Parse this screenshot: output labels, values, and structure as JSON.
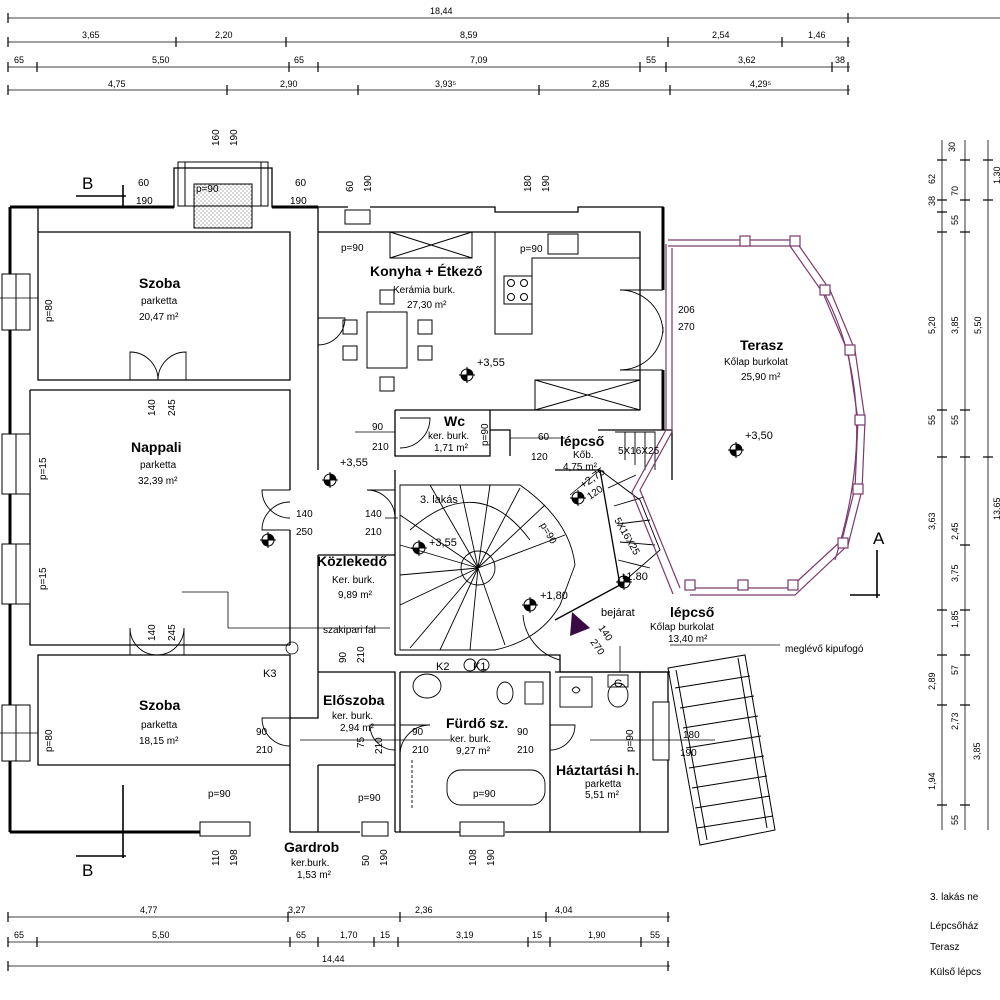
{
  "dims_top": {
    "row1": [
      "18,44"
    ],
    "row2": [
      "3,65",
      "2,20",
      "8,59",
      "2,54",
      "1,46"
    ],
    "row3": [
      "65",
      "5,50",
      "65",
      "7,09",
      "55",
      "3,62",
      "38"
    ],
    "row4": [
      "4,75",
      "2,90",
      "3,93⁵",
      "2,85",
      "4,29⁵"
    ]
  },
  "dims_bottom": {
    "row1": [
      "4,77",
      "3,27",
      "2,36",
      "4,04"
    ],
    "row2": [
      "65",
      "5,50",
      "65",
      "1,70",
      "15",
      "3,19",
      "15",
      "1,90",
      "55"
    ],
    "row3": [
      "14,44"
    ]
  },
  "dims_right": {
    "col1": [
      "30",
      "38",
      "62",
      "70",
      "55",
      "5,20",
      "55",
      "3,63",
      "57",
      "2,89",
      "1,94",
      "55"
    ],
    "col2": [
      "1,30",
      "3,85",
      "55",
      "2,45",
      "3,75",
      "1,85",
      "2,73",
      "3,85"
    ],
    "col3": [
      "5,50",
      "13,65"
    ]
  },
  "rooms": [
    {
      "name": "Szoba",
      "floor": "parketta",
      "area": "20,47 m²"
    },
    {
      "name": "Nappali",
      "floor": "parketta",
      "area": "32,39 m²"
    },
    {
      "name": "Szoba",
      "floor": "parketta",
      "area": "18,15 m²"
    },
    {
      "name": "Konyha + Étkező",
      "floor": "Kerámia burk.",
      "area": "27,30 m²"
    },
    {
      "name": "Terasz",
      "floor": "Kőlap burkolat",
      "area": "25,90 m²"
    },
    {
      "name": "Wc",
      "floor": "ker. burk.",
      "area": "1,71 m²"
    },
    {
      "name": "lépcső",
      "floor": "Kőb.",
      "area": "4,75 m²"
    },
    {
      "name": "Közlekedő",
      "floor": "Ker. burk.",
      "area": "9,89 m²"
    },
    {
      "name": "lépcső",
      "floor": "Kőlap burkolat",
      "area": "13,40 m²"
    },
    {
      "name": "Előszoba",
      "floor": "ker. burk.",
      "area": "2,94 m²"
    },
    {
      "name": "Fürdő sz.",
      "floor": "ker. burk.",
      "area": "9,27 m²"
    },
    {
      "name": "Háztartási h.",
      "floor": "parketta",
      "area": "5,51 m²"
    },
    {
      "name": "Gardrob",
      "floor": "ker.burk.",
      "area": "1,53 m²"
    }
  ],
  "labels": {
    "section_b": "B",
    "section_a": "A",
    "apartment": "3. lakás",
    "entrance": "bejárat",
    "partition": "szakipari fal",
    "chimney": "meglévő kipufogó",
    "k1": "K1",
    "k2": "K2",
    "k3": "K3",
    "g": "G",
    "stair_spec1": "5X16X25",
    "stair_spec2": "5X16X25",
    "level_355_a": "+3,55",
    "level_355_b": "+3,55",
    "level_355_c": "+3,55",
    "level_350": "+3,50",
    "level_275": "+2,75",
    "level_180_a": "+1,80",
    "level_180_b": "+1.80"
  },
  "openings": {
    "p90_top": "p=90",
    "p80_left_top": "p=80",
    "p15_a": "p=15",
    "p15_b": "p=15",
    "p80_left_bot": "p=80",
    "p90_konyha": "p=90",
    "p90_szoba": "p=90",
    "p90_gardrob": "p=90",
    "p90_furdo": "p=90",
    "p90_haztart": "p=90",
    "p90_wc": "p=90",
    "p90_kitchen_r": "p=90",
    "p90_stair": "p=90",
    "d_60_190_l": [
      "60",
      "190"
    ],
    "d_60_190_r": [
      "60",
      "190"
    ],
    "d_160_190": [
      "160",
      "190"
    ],
    "d_60_190_k": [
      "60",
      "190"
    ],
    "d_180_190_k": [
      "180",
      "190"
    ],
    "d_206_270": [
      "206",
      "270"
    ],
    "d_140_245_a": [
      "140",
      "245"
    ],
    "d_140_245_b": [
      "140",
      "245"
    ],
    "d_140_250": [
      "140",
      "250"
    ],
    "d_140_210": [
      "140",
      "210"
    ],
    "d_90_210_wc": [
      "90",
      "210"
    ],
    "d_60_120": [
      "60",
      "120"
    ],
    "d_120_275": [
      "120"
    ],
    "d_140_270": [
      "140",
      "270"
    ],
    "d_90_210_sz": [
      "90",
      "210"
    ],
    "d_90_210_e": [
      "90",
      "210"
    ],
    "d_90_210_f": [
      "90",
      "210"
    ],
    "d_75_210": [
      "75",
      "210"
    ],
    "d_90_210_k": [
      "90",
      "210"
    ],
    "d_180_190_h": [
      "180",
      "190"
    ],
    "d_110_198": [
      "110",
      "198"
    ],
    "d_50_190": [
      "50",
      "190"
    ],
    "d_108_190": [
      "108",
      "190"
    ]
  },
  "legend": {
    "item1": "3. lakás ne",
    "item2": "Lépcsőház",
    "item3": "Terasz",
    "item4": "Külső lépcs"
  },
  "colors": {
    "terrace": "#7a3a6e",
    "wall": "#000000",
    "hatch": "#888888"
  }
}
